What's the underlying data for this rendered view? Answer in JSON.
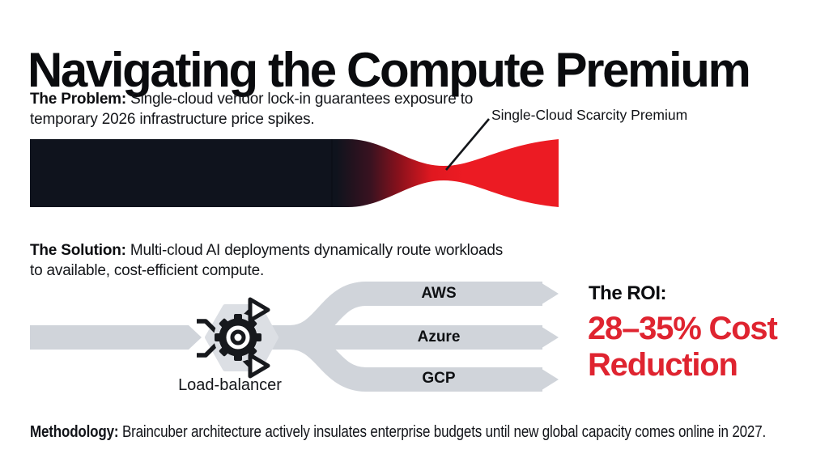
{
  "title": "Navigating the Compute Premium",
  "problem": {
    "label": "The Problem:",
    "text_line1": "Single-cloud vendor lock-in guarantees exposure to",
    "text_line2": "temporary 2026 infrastructure price spikes."
  },
  "scarcity_callout": {
    "label": "Single-Cloud Scarcity Premium"
  },
  "solution": {
    "label": "The Solution:",
    "text_line1": "Multi-cloud AI deployments dynamically route workloads",
    "text_line2": "to available, cost-efficient compute."
  },
  "diagram": {
    "load_balancer_label": "Load-balancer",
    "branches": [
      {
        "label": "AWS"
      },
      {
        "label": "Azure"
      },
      {
        "label": "GCP"
      }
    ]
  },
  "roi": {
    "label": "The ROI:",
    "value_line1": "28–35% Cost",
    "value_line2": "Reduction"
  },
  "methodology": {
    "label": "Methodology:",
    "text": "Braincuber architecture actively insulates enterprise budgets until new global capacity comes online in 2027."
  },
  "colors": {
    "bar_dark": "#0f131d",
    "bar_red": "#ec1b23",
    "roi_red": "#df2430",
    "arrow_gray": "#d0d4da",
    "icon_badge_gray": "#dcdfe4",
    "ink_black": "#17191d"
  }
}
